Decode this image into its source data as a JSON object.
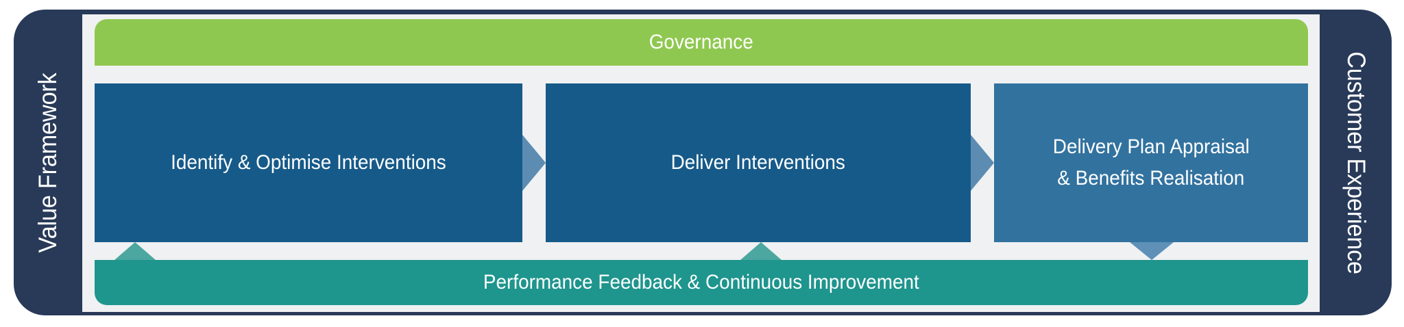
{
  "rails": {
    "left": {
      "label": "Value Framework"
    },
    "right": {
      "label": "Customer Experience"
    }
  },
  "governance_bar": {
    "label": "Governance"
  },
  "process_boxes": [
    {
      "label": "Identify & Optimise Interventions"
    },
    {
      "label": "Deliver Interventions"
    },
    {
      "label_lines": [
        "Delivery Plan Appraisal",
        "& Benefits Realisation"
      ]
    }
  ],
  "feedback_bar": {
    "label": "Performance Feedback & Continuous Improvement"
  },
  "colors": {
    "frame_navy": "#283A58",
    "panel_gray": "#F0F1F2",
    "governance_green": "#8FC850",
    "process_blue": "#165A89",
    "appraisal_blue": "#32729F",
    "flow_arrow_blue": "#5C8CB2",
    "feedback_teal": "#1E958D",
    "feedback_arrow_teal": "#4BA7A0",
    "feedback_arrow_blue": "#5E90B8",
    "text_white": "#FFFFFF"
  }
}
